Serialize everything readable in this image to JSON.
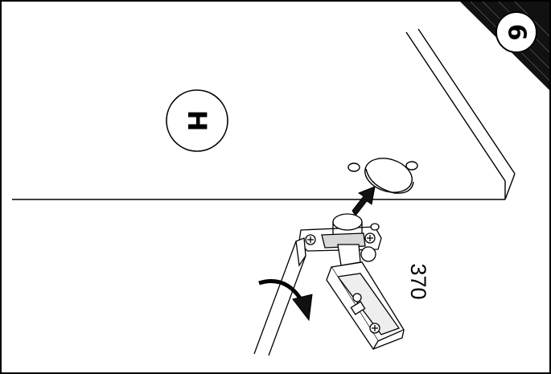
{
  "step": {
    "number": "6"
  },
  "panel": {
    "label": "H"
  },
  "hinge": {
    "code": "370"
  },
  "colors": {
    "ink": "#000000",
    "paper": "#ffffff"
  },
  "icons": {
    "corner_badge": "step-corner-icon",
    "push_arrow": "arrow-up-right-icon",
    "turn_arrow": "curved-arrow-icon",
    "tool": "screwdriver-icon",
    "part": "hinge-icon"
  }
}
